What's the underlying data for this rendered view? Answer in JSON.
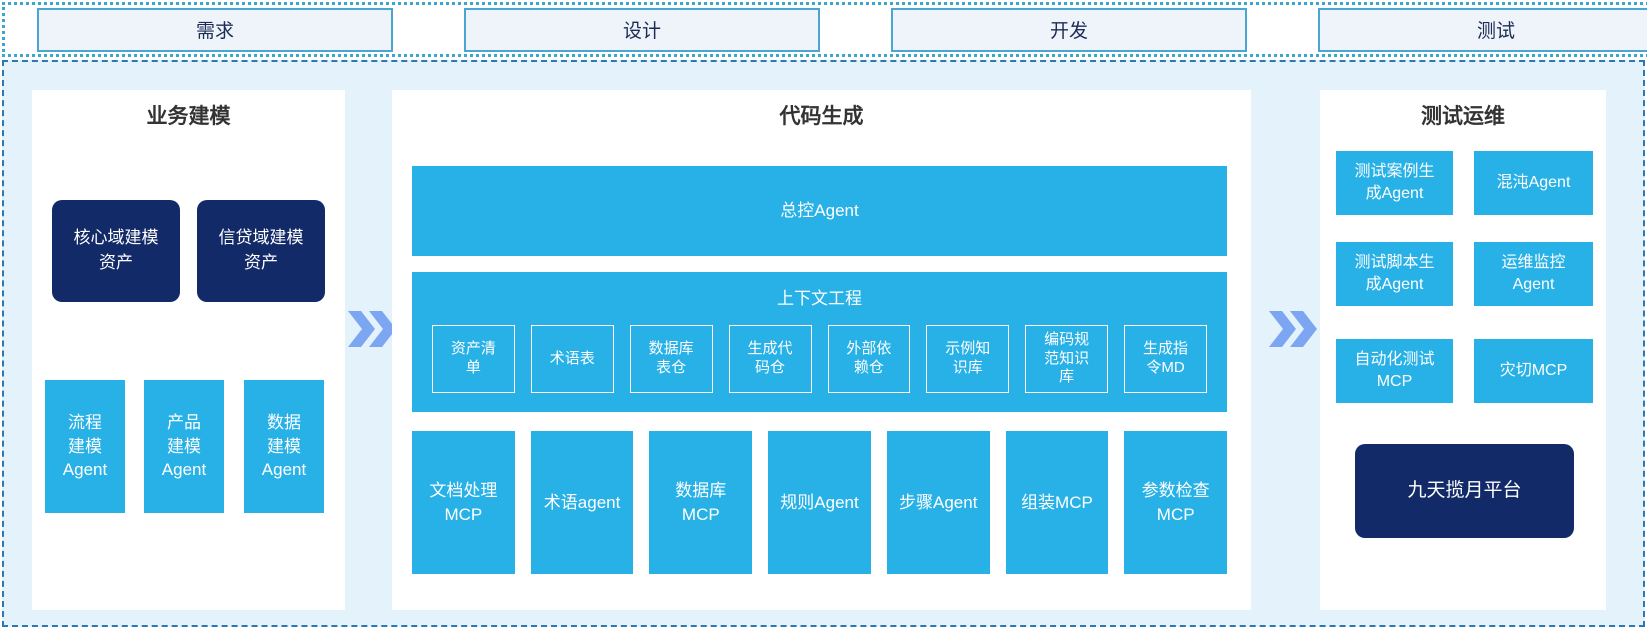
{
  "phases": [
    {
      "label": "需求"
    },
    {
      "label": "设计"
    },
    {
      "label": "开发"
    },
    {
      "label": "测试"
    }
  ],
  "panels": {
    "business_modeling": {
      "title": "业务建模",
      "assets": [
        {
          "label": "核心域建模\n资产"
        },
        {
          "label": "信贷域建模\n资产"
        }
      ],
      "agents": [
        {
          "label": "流程\n建模\nAgent"
        },
        {
          "label": "产品\n建模\nAgent"
        },
        {
          "label": "数据\n建模\nAgent"
        }
      ]
    },
    "code_generation": {
      "title": "代码生成",
      "master_agent": "总控Agent",
      "context_engineering": {
        "title": "上下文工程",
        "items": [
          "资产清\n单",
          "术语表",
          "数据库\n表仓",
          "生成代\n码仓",
          "外部依\n赖仓",
          "示例知\n识库",
          "编码规\n范知识\n库",
          "生成指\n令MD"
        ]
      },
      "tools": [
        "文档处理\nMCP",
        "术语agent",
        "数据库\nMCP",
        "规则Agent",
        "步骤Agent",
        "组装MCP",
        "参数检查\nMCP"
      ]
    },
    "test_ops": {
      "title": "测试运维",
      "items": [
        "测试案例生\n成Agent",
        "混沌Agent",
        "测试脚本生\n成Agent",
        "运维监控\nAgent",
        "自动化测试\nMCP",
        "灾切MCP"
      ],
      "platform": "九天揽月平台"
    }
  },
  "icons": {
    "flow_arrow": "chevron-double-right"
  },
  "colors": {
    "cyan": "#27b1e6",
    "navy": "#122a68",
    "container_background": "#e4f2fc",
    "phase_box_background": "#eef4f9",
    "phase_box_border": "#4aa6d0",
    "dotted_border": "#3aa8cd",
    "dashed_border": "#2f77b0",
    "chevron": "#7ca6f2",
    "title_text": "#333333",
    "box_text": "#ffffff"
  }
}
